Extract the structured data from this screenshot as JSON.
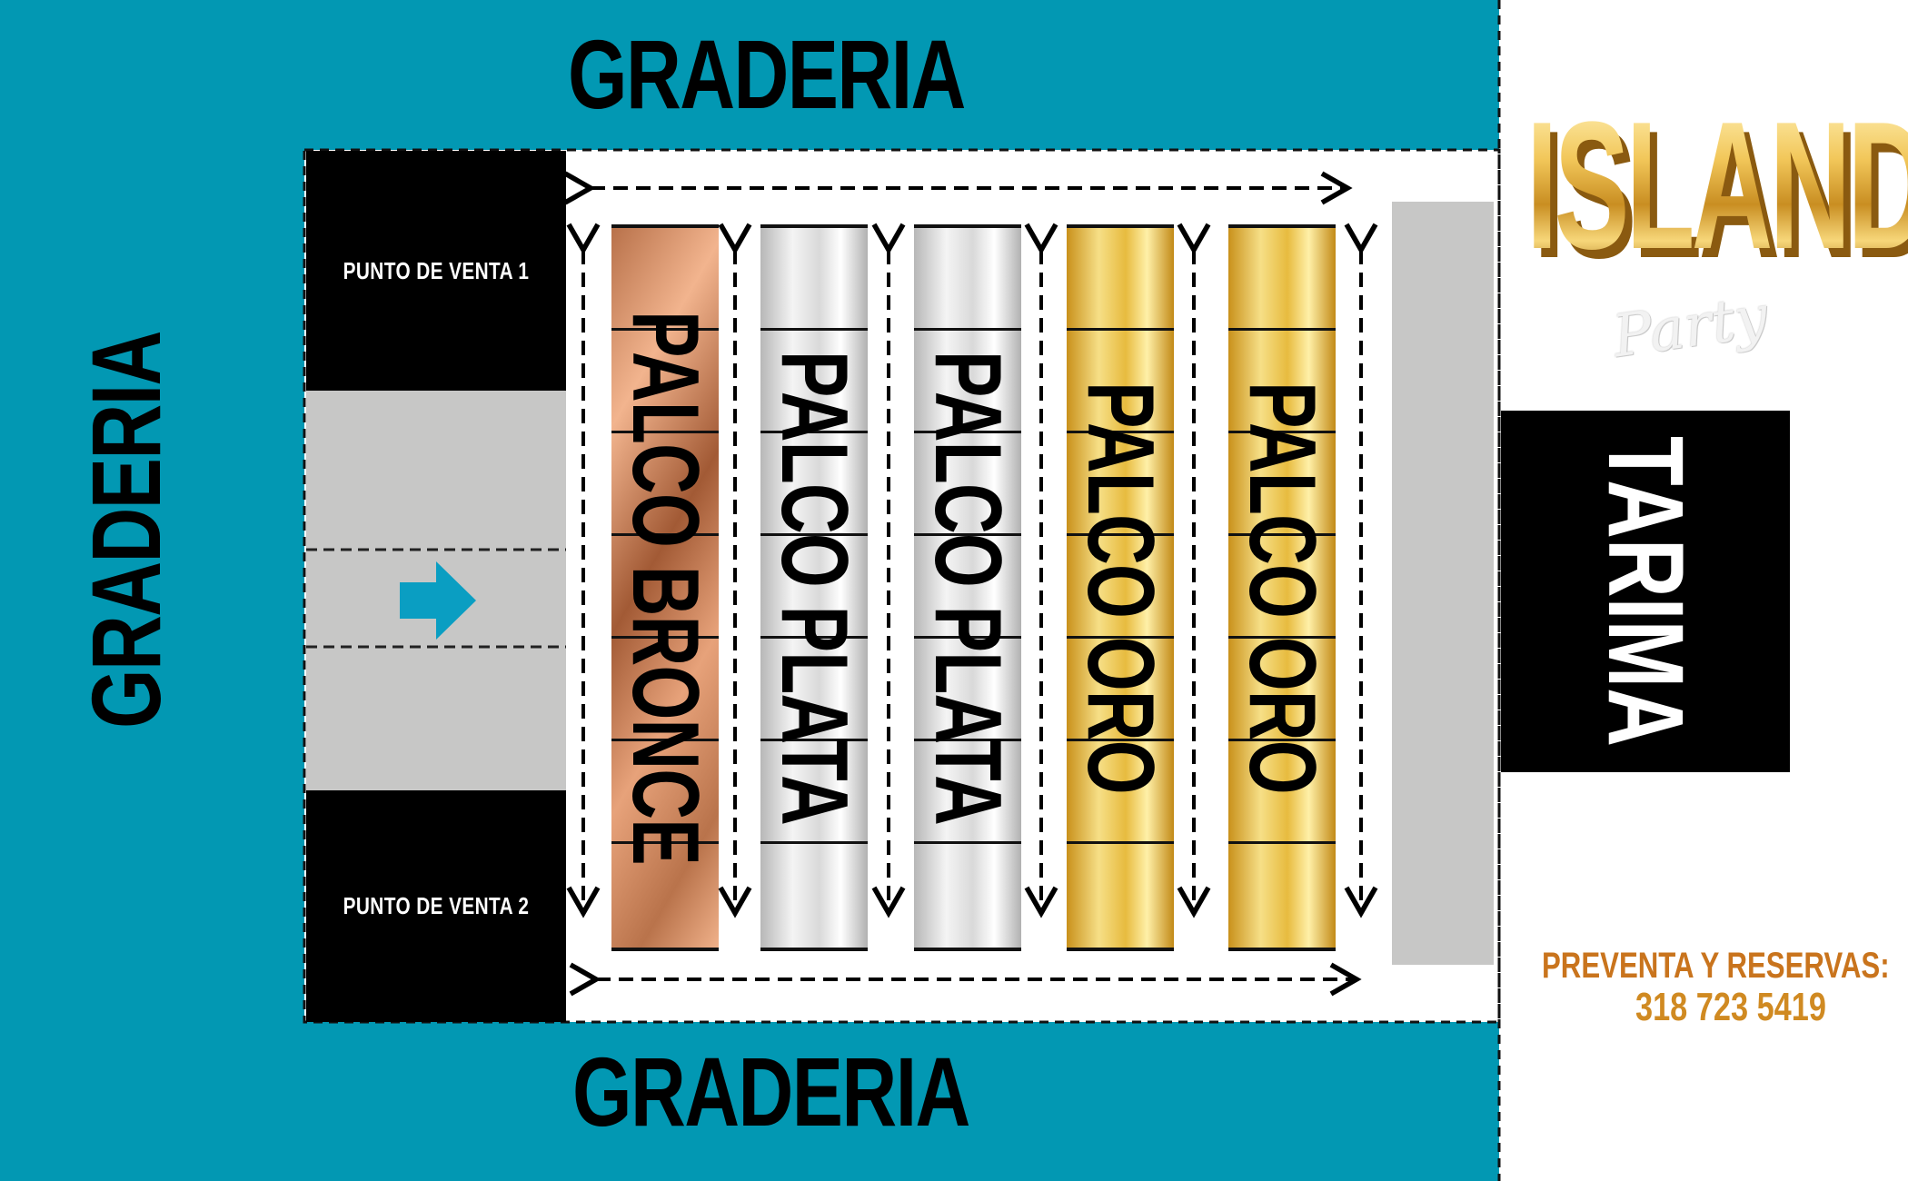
{
  "graderia": {
    "top": "GRADERIA",
    "left": "GRADERIA",
    "bottom": "GRADERIA"
  },
  "puntos_de_venta": {
    "punto_1": "PUNTO DE VENTA 1",
    "punto_2": "PUNTO DE VENTA 2"
  },
  "palcos": [
    {
      "label": "PALCO BRONCE",
      "tier": "bronce"
    },
    {
      "label": "PALCO PLATA",
      "tier": "plata"
    },
    {
      "label": "PALCO PLATA",
      "tier": "plata"
    },
    {
      "label": "PALCO ORO",
      "tier": "oro"
    },
    {
      "label": "PALCO ORO",
      "tier": "oro"
    }
  ],
  "stage": {
    "label": "TARIMA"
  },
  "logo": {
    "main": "ISLAND",
    "sub": "Party"
  },
  "contact": {
    "label": "PREVENTA Y RESERVAS:",
    "phone": "318 723 5419"
  },
  "icons": {
    "entrance": "arrow-right-icon",
    "flow": "double-arrow-icon"
  },
  "colors": {
    "background_teal": "#0298b3",
    "entrance_arrow": "#0a9ec2",
    "walkway_gray": "#c7c7c6",
    "contact_orange": "#c9741d"
  }
}
